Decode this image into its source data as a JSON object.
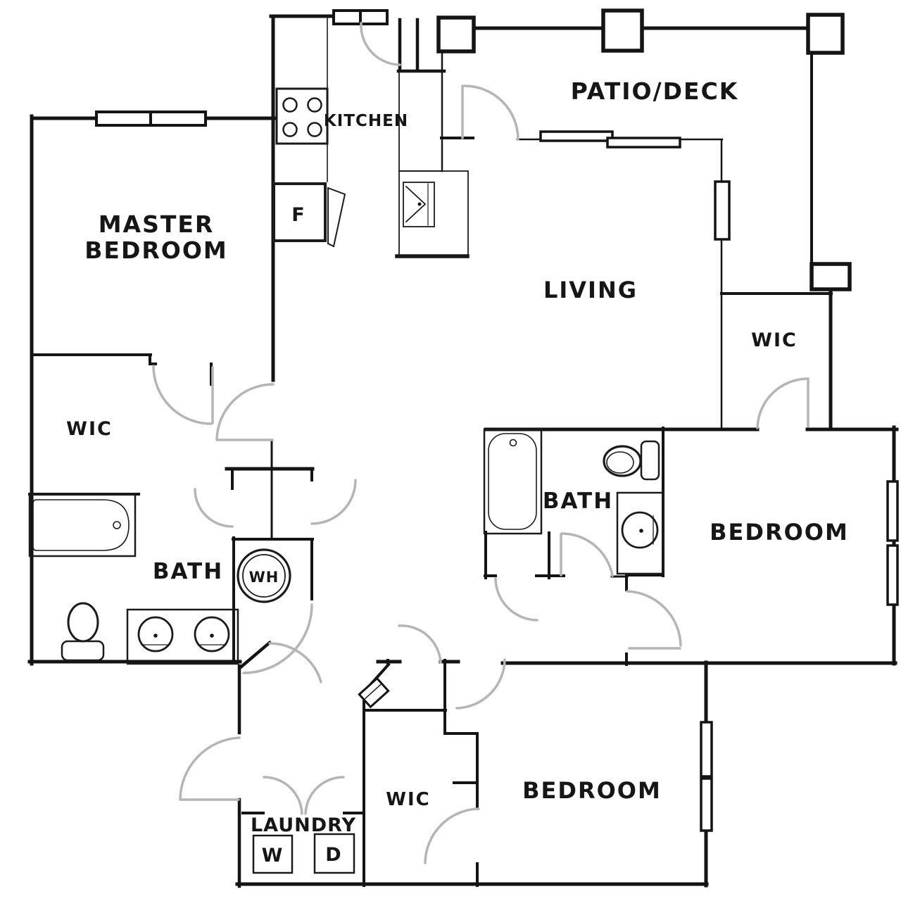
{
  "plan": {
    "title": "apartment-floor-plan",
    "rooms": {
      "master_bedroom": {
        "label_line1": "MASTER",
        "label_line2": "BEDROOM"
      },
      "kitchen": {
        "label": "KITCHEN"
      },
      "patio": {
        "label": "PATIO/DECK"
      },
      "living": {
        "label": "LIVING"
      },
      "wic_master": {
        "label": "WIC"
      },
      "wic_right": {
        "label": "WIC"
      },
      "wic_bottom": {
        "label": "WIC"
      },
      "bath_master": {
        "label": "BATH"
      },
      "bath_second": {
        "label": "BATH"
      },
      "bedroom_right": {
        "label": "BEDROOM"
      },
      "bedroom_bottom": {
        "label": "BEDROOM"
      },
      "laundry": {
        "label": "LAUNDRY"
      }
    },
    "appliances": {
      "fridge": {
        "label": "F"
      },
      "water_heater": {
        "label": "WH"
      },
      "washer": {
        "label": "W"
      },
      "dryer": {
        "label": "D"
      }
    },
    "colors": {
      "wall": "#141414",
      "door_swing": "#b5b5b5",
      "background": "#ffffff"
    }
  }
}
